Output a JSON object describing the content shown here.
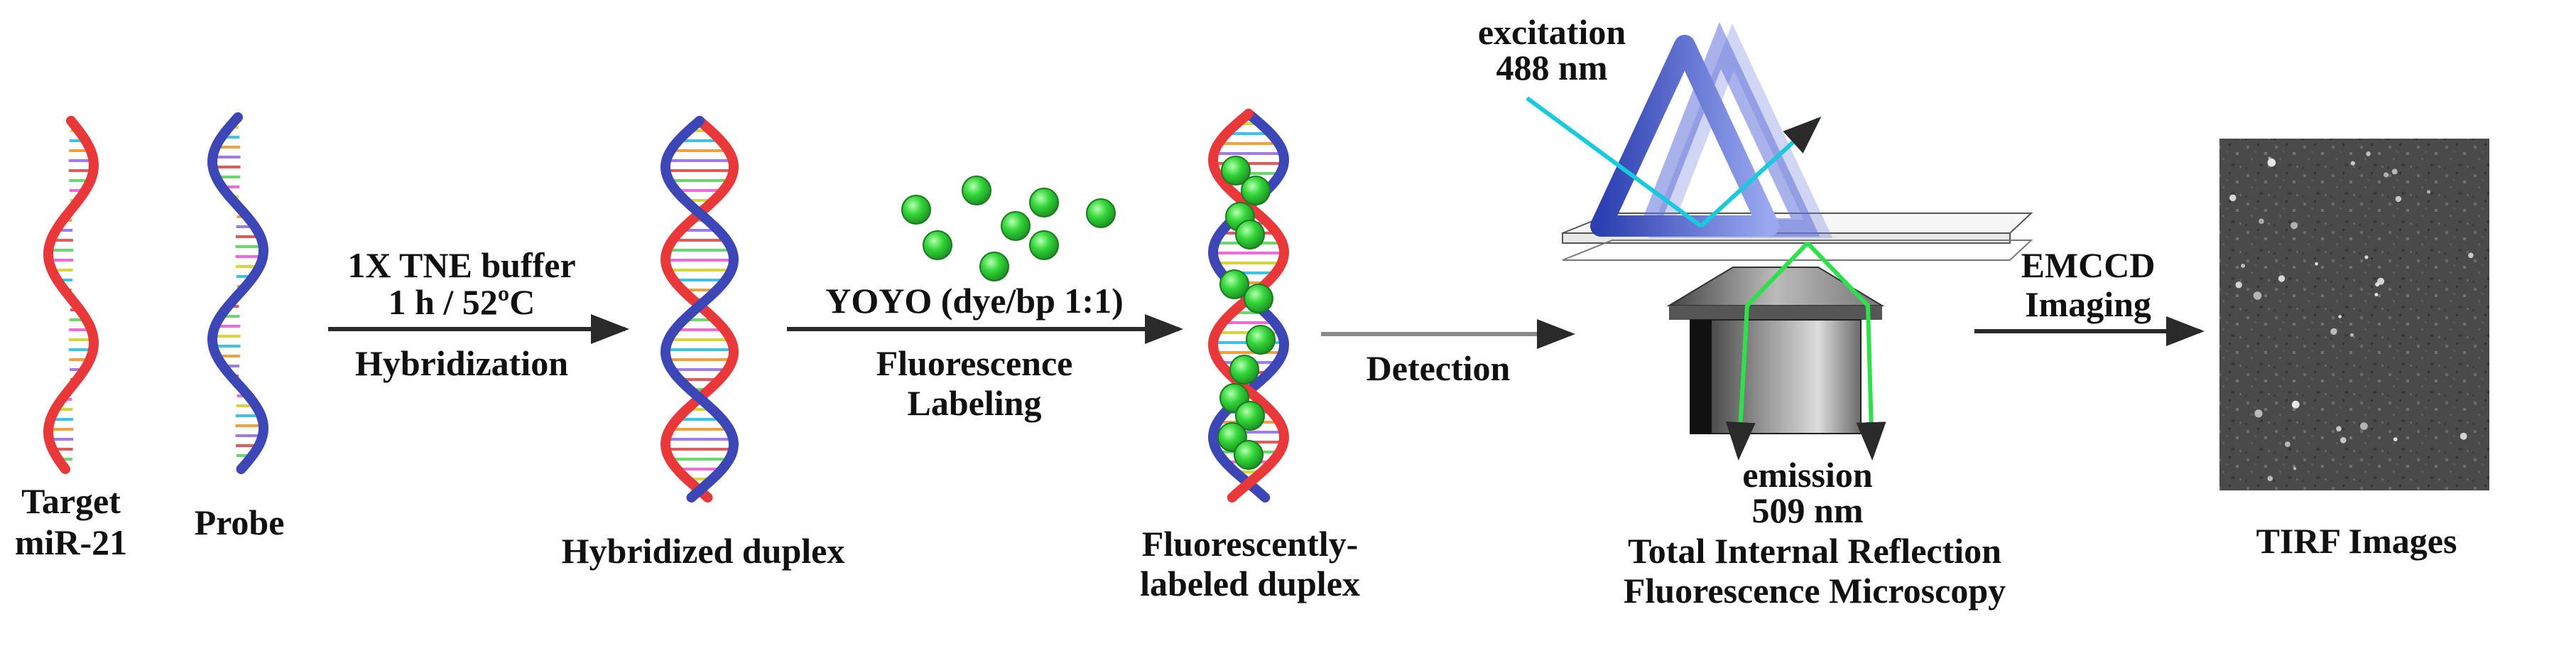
{
  "labels": {
    "target_line1": "Target",
    "target_line2": "miR-21",
    "probe": "Probe",
    "step1_line1": "1X TNE buffer",
    "step1_line2": "1 h / 52ºC",
    "step1_line3": "Hybridization",
    "hybridized": "Hybridized duplex",
    "step2_line1": "YOYO (dye/bp 1:1)",
    "step2_line2": "Fluorescence",
    "step2_line3": "Labeling",
    "labeled_line1": "Fluorescently-",
    "labeled_line2": "labeled duplex",
    "detection": "Detection",
    "excitation_line1": "excitation",
    "excitation_line2": "488 nm",
    "emission_line1": "emission",
    "emission_line2": "509 nm",
    "tirf_line1": "Total Internal Reflection",
    "tirf_line2": "Fluorescence Microscopy",
    "emccd_line1": "EMCCD",
    "emccd_line2": "Imaging",
    "tirf_images": "TIRF Images"
  },
  "colors": {
    "strand_red": "#e8383a",
    "strand_blue": "#3c47b5",
    "dye_green": "#34d63a",
    "excitation_cyan": "#19c9de",
    "emission_green": "#2ee04a",
    "arrow": "#2a2a2a"
  }
}
